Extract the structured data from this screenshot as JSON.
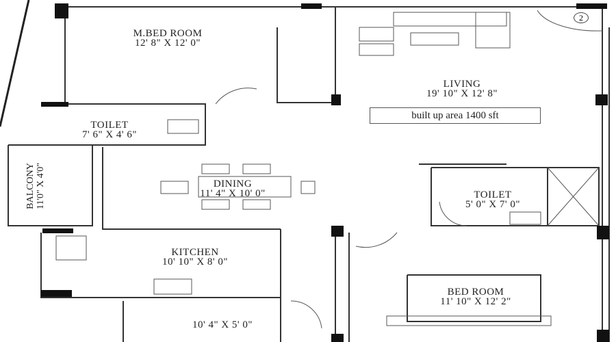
{
  "rooms": {
    "master_bedroom": {
      "name": "M.BED ROOM",
      "size": "12' 8\" X 12' 0\""
    },
    "toilet_1": {
      "name": "TOILET",
      "size": "7' 6\" X 4' 6\""
    },
    "balcony": {
      "name": "BALCONY",
      "size": "11'0\" X 4'0\""
    },
    "dining": {
      "name": "DINING",
      "size": "11' 4\" X 10' 0\""
    },
    "kitchen": {
      "name": "KITCHEN",
      "size": "10' 10\" X 8' 0\""
    },
    "utility": {
      "size": "10' 4\" X 5' 0\""
    },
    "living": {
      "name": "LIVING",
      "size": "19' 10\" X 12' 8\""
    },
    "toilet_2": {
      "name": "TOILET",
      "size": "5' 0\" X 7' 0\""
    },
    "bedroom": {
      "name": "BED ROOM",
      "size": "11' 10\" X 12' 2\""
    }
  },
  "built_up_area": "built up area 1400 sft",
  "unit_marker": "2"
}
